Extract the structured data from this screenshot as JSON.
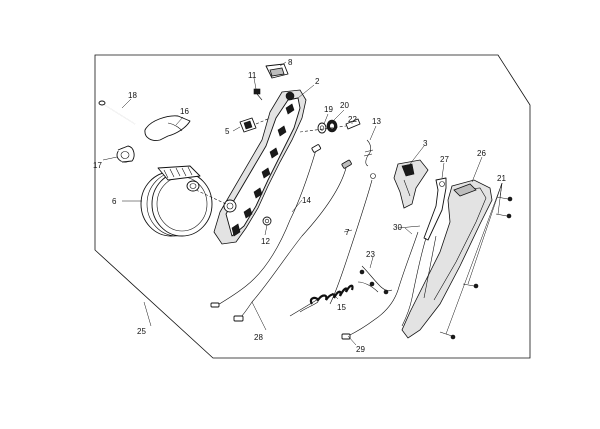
{
  "diagram": {
    "callouts": {
      "c2": "2",
      "c3": "3",
      "c5": "5",
      "c6": "6",
      "c7": "7",
      "c8": "8",
      "c11": "11",
      "c12": "12",
      "c13": "13",
      "c14": "14",
      "c15": "15",
      "c16": "16",
      "c17": "17",
      "c18": "18",
      "c19": "19",
      "c20": "20",
      "c21": "21",
      "c22": "22",
      "c23": "23",
      "c25": "25",
      "c26": "26",
      "c27": "27",
      "c28": "28",
      "c29": "29",
      "c30": "30"
    }
  }
}
